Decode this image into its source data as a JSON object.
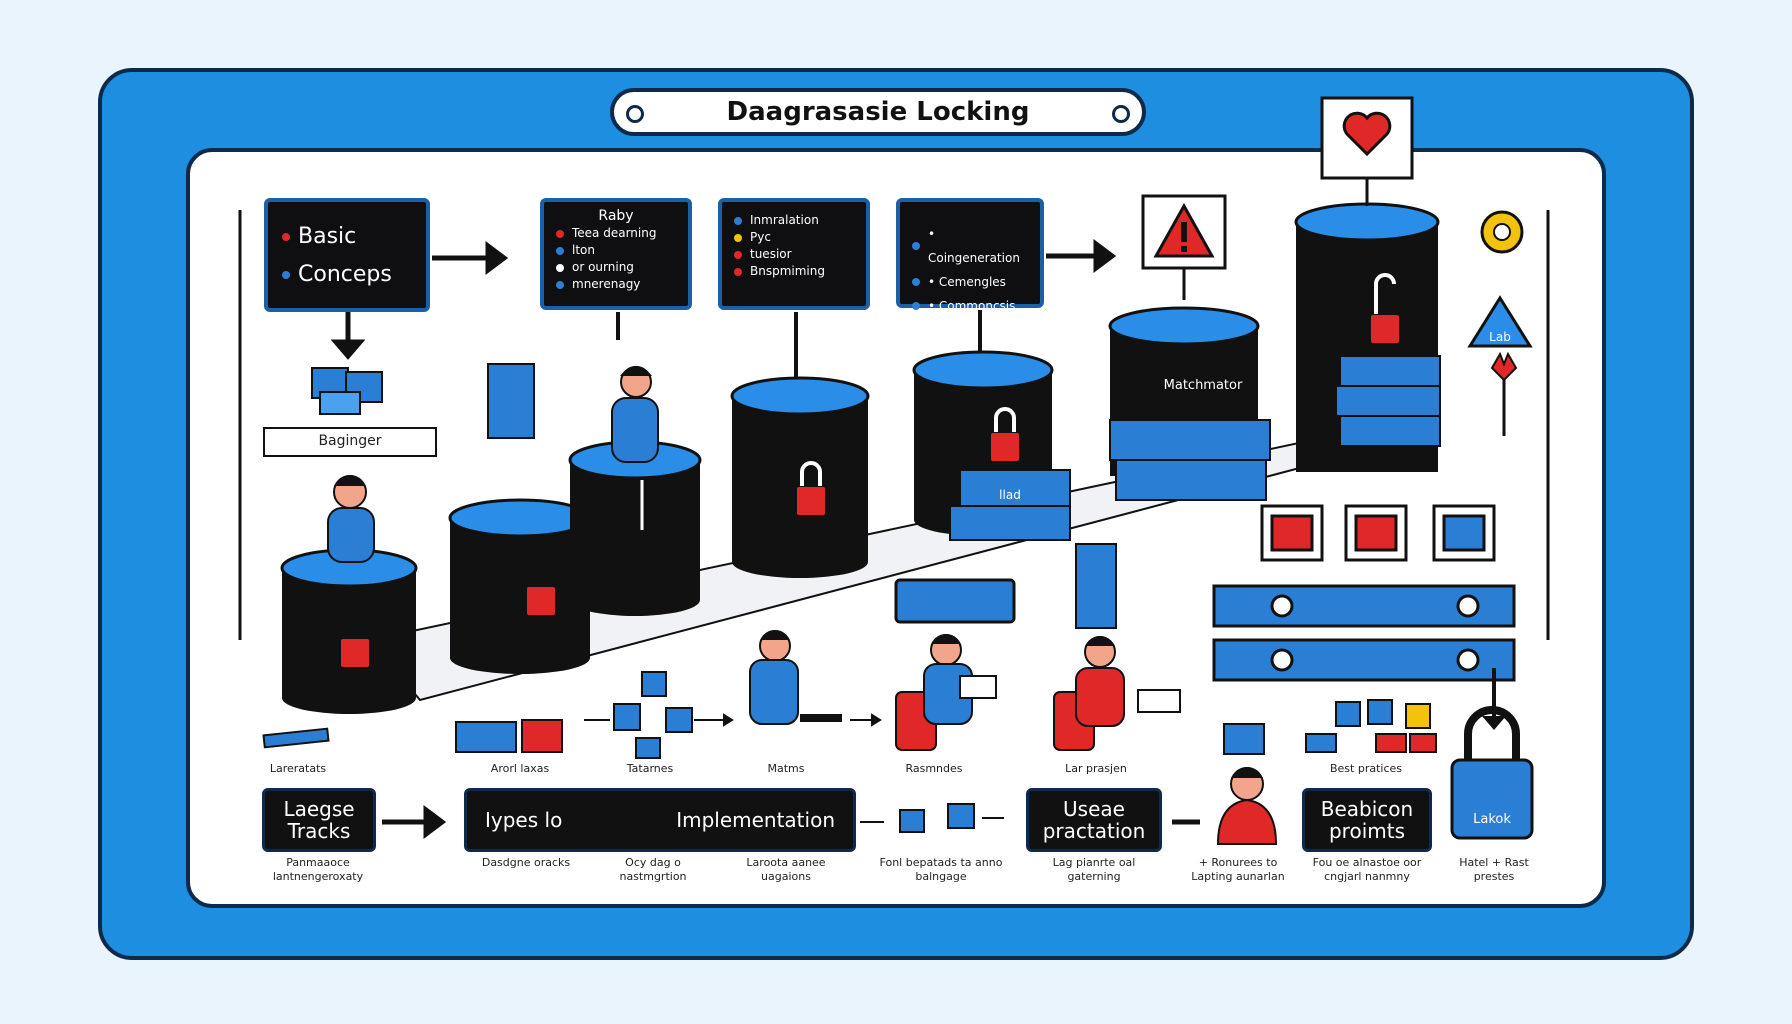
{
  "title": "Daagrasasie Locking",
  "panels": {
    "basic": {
      "line1": "Basic",
      "line2": "Conceps"
    },
    "raby": {
      "head": "Raby",
      "line1": "Teea dearning",
      "line2": "lton",
      "line3": "or ourning",
      "line4": "mnerenagy"
    },
    "impl": {
      "line1": "Inmralation",
      "line2": "Pyc",
      "line3": "tuesior",
      "line4": "Bnspmiming"
    },
    "cong": {
      "line1": "• Coingeneration",
      "line2": "• Cemengles",
      "line3": "• Commoncsis"
    }
  },
  "labels": {
    "beginner": "Baginger",
    "matcher": "Matchmator",
    "lab": "Lab",
    "bar": "llad",
    "lock_badge": "Lakok"
  },
  "row_labels": [
    "Lareratats",
    "Arorl laxas",
    "Tatarnes",
    "Matms",
    "Rasmndes",
    "Lar prasjen",
    "Best pratices"
  ],
  "bottom": {
    "box1": "Laegse Tracks",
    "box2a": "Iypes lo",
    "box2b": "Implementation",
    "box3": "Useae practation",
    "box4": "Beabicon proimts"
  },
  "captions": [
    "Panmaaoce lantnengeroxaty",
    "Dasdgne oracks",
    "Ocy dag o nastmgrtion",
    "Laroota aanee uagaions",
    "Fonl bepatads ta anno balngage",
    "Lag pianrte oal gaterning",
    "+ Ronurees to Lapting aunarlan",
    "Fou oe alnastoe oor cngjarl nanmny",
    "Hatel + Rast prestes"
  ],
  "colors": {
    "accent": "#1e8fe0",
    "danger": "#e02828",
    "ink": "#0d2a4a",
    "warn": "#f2c20c"
  }
}
